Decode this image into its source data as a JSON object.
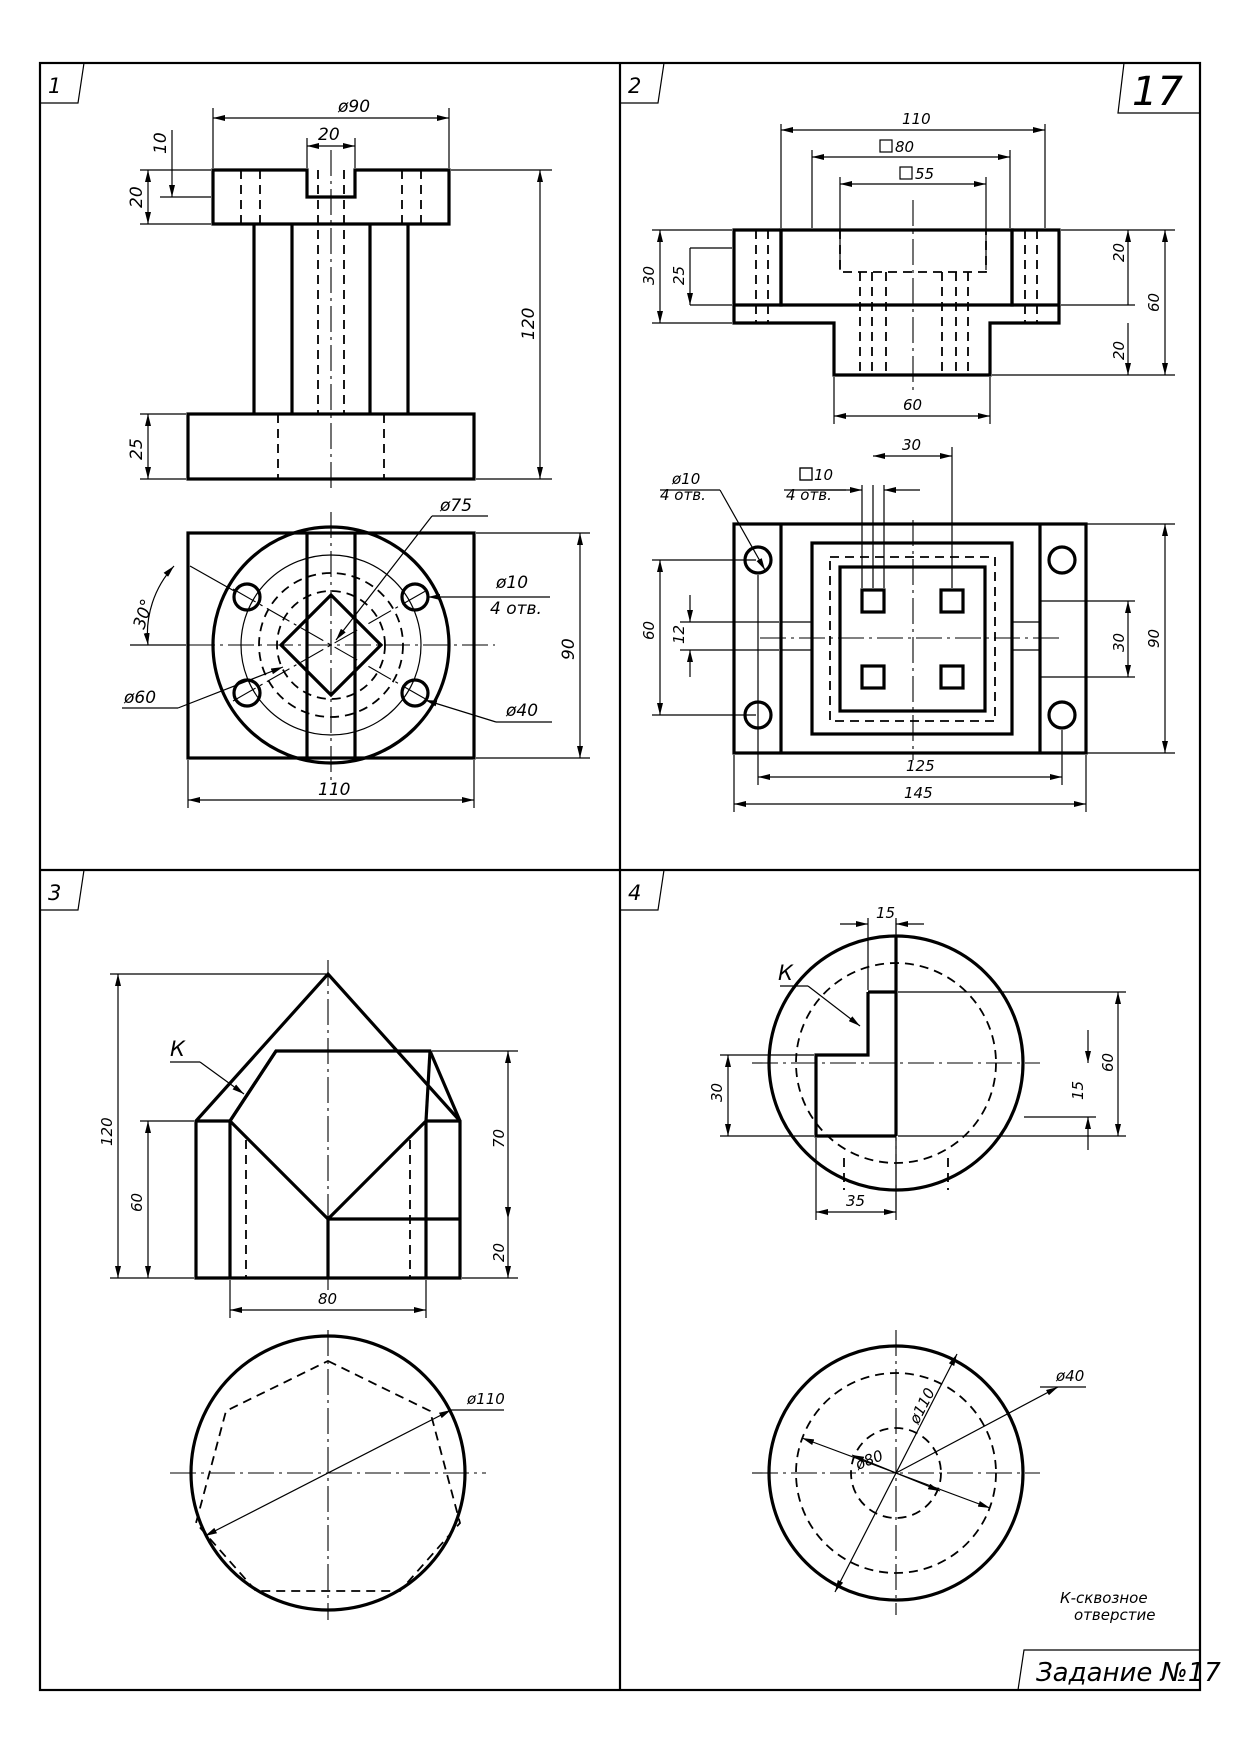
{
  "sheet": {
    "variant_number": "17",
    "footer_label": "Задание №17",
    "note_line1": "К-сквозное",
    "note_line2": "отверстие"
  },
  "panels": {
    "p1": {
      "number": "1",
      "dims": {
        "d90": "ø90",
        "w20": "20",
        "h10": "10",
        "h20": "20",
        "h120": "120",
        "h25": "25",
        "d75": "ø75",
        "d10": "ø10",
        "holes": "4 отв.",
        "ang30": "30°",
        "d60": "ø60",
        "d40": "ø40",
        "h90": "90",
        "w110": "110"
      }
    },
    "p2": {
      "number": "2",
      "dims": {
        "w110": "110",
        "sq80": "80",
        "sq55": "55",
        "h30": "30",
        "h25": "25",
        "h20a": "20",
        "h60": "60",
        "h20b": "20",
        "w60": "60",
        "w30": "30",
        "d10": "ø10",
        "holes1": "4 отв.",
        "sq10": "10",
        "holes2": "4 отв.",
        "v60": "60",
        "v12": "12",
        "v30": "30",
        "v90": "90",
        "w125": "125",
        "w145": "145"
      }
    },
    "p3": {
      "number": "3",
      "dims": {
        "k": "К",
        "h120": "120",
        "h60": "60",
        "h70": "70",
        "h20": "20",
        "w80": "80",
        "d110": "ø110"
      }
    },
    "p4": {
      "number": "4",
      "dims": {
        "w15": "15",
        "k": "К",
        "h60": "60",
        "h30": "30",
        "h15": "15",
        "w35": "35",
        "d40": "ø40",
        "d110": "ø110",
        "d80": "ø80"
      }
    }
  }
}
